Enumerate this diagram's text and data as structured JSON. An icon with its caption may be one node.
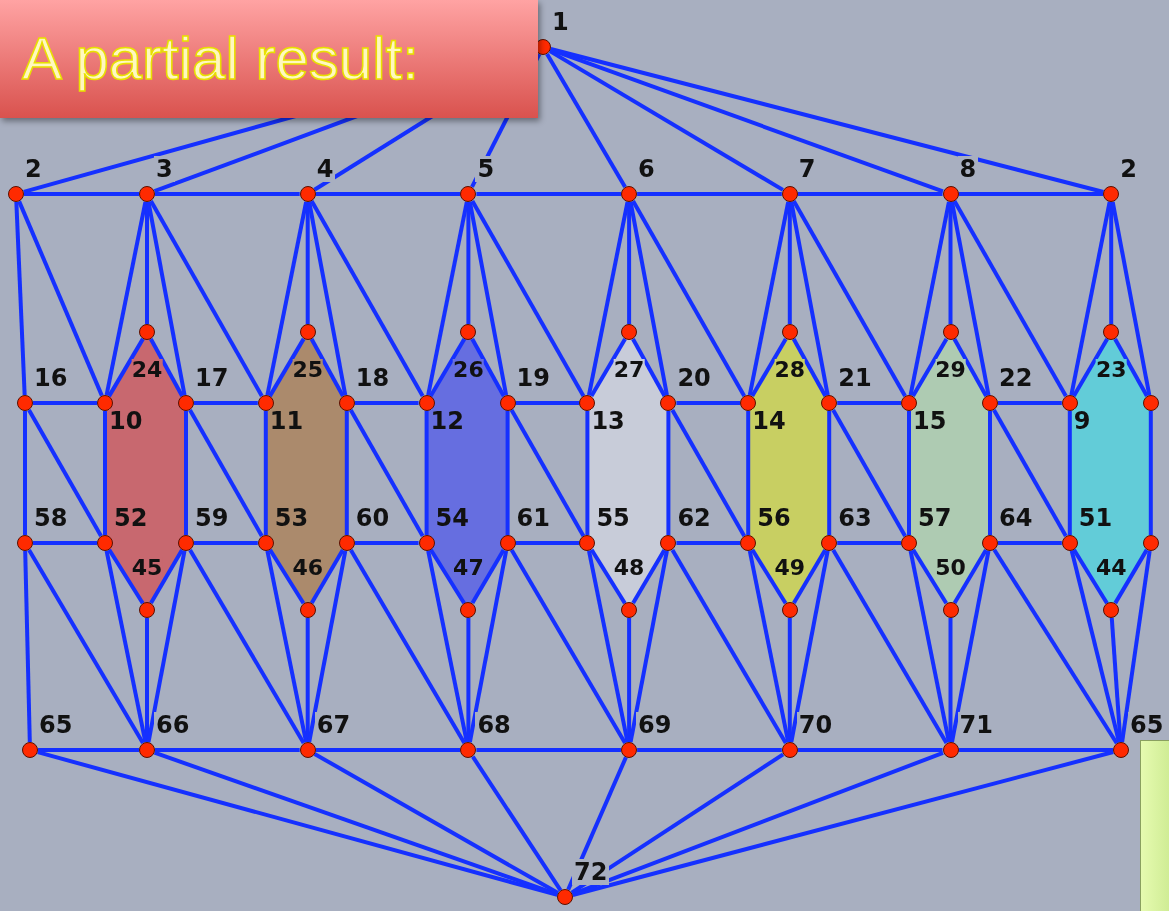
{
  "diagram": {
    "title": "A partial result:",
    "nodes": [
      {
        "text": [
          "1"
        ]
      },
      {
        "text": [
          "2"
        ]
      },
      {
        "text": [
          "3"
        ]
      },
      {
        "text": [
          "4"
        ]
      },
      {
        "text": [
          "5"
        ]
      },
      {
        "text": [
          "6"
        ]
      },
      {
        "text": [
          "7"
        ]
      },
      {
        "text": [
          "8"
        ]
      },
      {
        "text": [
          "2"
        ]
      },
      {
        "text": [
          "24"
        ]
      },
      {
        "text": [
          "25"
        ]
      },
      {
        "text": [
          "26"
        ]
      },
      {
        "text": [
          "27"
        ]
      },
      {
        "text": [
          "28"
        ]
      },
      {
        "text": [
          "29"
        ]
      },
      {
        "text": [
          "23"
        ]
      },
      {
        "text": [
          "16"
        ]
      },
      {
        "text": [
          "10"
        ]
      },
      {
        "text": [
          "17"
        ]
      },
      {
        "text": [
          "11"
        ]
      },
      {
        "text": [
          "18"
        ]
      },
      {
        "text": [
          "12"
        ]
      },
      {
        "text": [
          "19"
        ]
      },
      {
        "text": [
          "13"
        ]
      },
      {
        "text": [
          "20"
        ]
      },
      {
        "text": [
          "14"
        ]
      },
      {
        "text": [
          "21"
        ]
      },
      {
        "text": [
          "15"
        ]
      },
      {
        "text": [
          "22"
        ]
      },
      {
        "text": [
          "9"
        ]
      },
      {
        "text": [],
        "shape": "circle"
      },
      {
        "text": [
          "58"
        ]
      },
      {
        "text": [
          "52"
        ]
      },
      {
        "text": [
          "59"
        ]
      },
      {
        "text": [
          "53"
        ]
      },
      {
        "text": [
          "60"
        ]
      },
      {
        "text": [
          "54"
        ]
      },
      {
        "text": [
          "61"
        ]
      },
      {
        "text": [
          "55"
        ]
      },
      {
        "text": [
          "62"
        ]
      },
      {
        "text": [
          "56"
        ]
      },
      {
        "text": [
          "63"
        ]
      },
      {
        "text": [
          "57"
        ]
      },
      {
        "text": [
          "64"
        ]
      },
      {
        "text": [
          "51"
        ]
      },
      {
        "text": [],
        "shape": "circle"
      },
      {
        "text": [
          "45"
        ]
      },
      {
        "text": [
          "46"
        ]
      },
      {
        "text": [
          "47"
        ]
      },
      {
        "text": [
          "48"
        ]
      },
      {
        "text": [
          "49"
        ]
      },
      {
        "text": [
          "50"
        ]
      },
      {
        "text": [
          "44"
        ]
      },
      {
        "text": [
          "65"
        ]
      },
      {
        "text": [
          "66"
        ]
      },
      {
        "text": [
          "67"
        ]
      },
      {
        "text": [
          "68"
        ]
      },
      {
        "text": [
          "69"
        ]
      },
      {
        "text": [
          "70"
        ]
      },
      {
        "text": [
          "71"
        ]
      },
      {
        "text": [
          "65"
        ]
      },
      {
        "text": [
          "72"
        ]
      }
    ],
    "edges": [
      {
        "from": 0,
        "to": 1,
        "arrow": "none"
      },
      {
        "from": 0,
        "to": 2,
        "arrow": "none"
      },
      {
        "from": 0,
        "to": 3,
        "arrow": "none"
      },
      {
        "from": 0,
        "to": 4,
        "arrow": "none"
      },
      {
        "from": 0,
        "to": 5,
        "arrow": "none"
      },
      {
        "from": 0,
        "to": 6,
        "arrow": "none"
      },
      {
        "from": 0,
        "to": 7,
        "arrow": "none"
      },
      {
        "from": 0,
        "to": 8,
        "arrow": "none"
      },
      {
        "from": 1,
        "to": 2,
        "arrow": "none"
      },
      {
        "from": 2,
        "to": 3,
        "arrow": "none"
      },
      {
        "from": 3,
        "to": 4,
        "arrow": "none"
      },
      {
        "from": 4,
        "to": 5,
        "arrow": "none"
      },
      {
        "from": 5,
        "to": 6,
        "arrow": "none"
      },
      {
        "from": 6,
        "to": 7,
        "arrow": "none"
      },
      {
        "from": 7,
        "to": 8,
        "arrow": "none"
      },
      {
        "from": 1,
        "to": 16,
        "arrow": "none"
      },
      {
        "from": 16,
        "to": 31,
        "arrow": "none"
      },
      {
        "from": 31,
        "to": 53,
        "arrow": "none"
      },
      {
        "from": 2,
        "to": 9,
        "arrow": "none"
      },
      {
        "from": 2,
        "to": 17,
        "arrow": "none"
      },
      {
        "from": 2,
        "to": 18,
        "arrow": "none"
      },
      {
        "from": 9,
        "to": 17,
        "arrow": "none"
      },
      {
        "from": 9,
        "to": 18,
        "arrow": "none"
      },
      {
        "from": 1,
        "to": 17,
        "arrow": "none"
      },
      {
        "from": 16,
        "to": 17,
        "arrow": "none"
      },
      {
        "from": 16,
        "to": 32,
        "arrow": "none"
      },
      {
        "from": 17,
        "to": 32,
        "arrow": "none"
      },
      {
        "from": 18,
        "to": 33,
        "arrow": "none"
      },
      {
        "from": 31,
        "to": 32,
        "arrow": "none"
      },
      {
        "from": 32,
        "to": 46,
        "arrow": "none"
      },
      {
        "from": 33,
        "to": 46,
        "arrow": "none"
      },
      {
        "from": 46,
        "to": 54,
        "arrow": "none"
      },
      {
        "from": 32,
        "to": 54,
        "arrow": "none"
      },
      {
        "from": 33,
        "to": 54,
        "arrow": "none"
      },
      {
        "from": 31,
        "to": 54,
        "arrow": "none"
      },
      {
        "from": 3,
        "to": 10,
        "arrow": "none"
      },
      {
        "from": 3,
        "to": 19,
        "arrow": "none"
      },
      {
        "from": 3,
        "to": 20,
        "arrow": "none"
      },
      {
        "from": 10,
        "to": 19,
        "arrow": "none"
      },
      {
        "from": 10,
        "to": 20,
        "arrow": "none"
      },
      {
        "from": 2,
        "to": 19,
        "arrow": "none"
      },
      {
        "from": 18,
        "to": 19,
        "arrow": "none"
      },
      {
        "from": 18,
        "to": 34,
        "arrow": "none"
      },
      {
        "from": 19,
        "to": 34,
        "arrow": "none"
      },
      {
        "from": 20,
        "to": 35,
        "arrow": "none"
      },
      {
        "from": 33,
        "to": 34,
        "arrow": "none"
      },
      {
        "from": 34,
        "to": 47,
        "arrow": "none"
      },
      {
        "from": 35,
        "to": 47,
        "arrow": "none"
      },
      {
        "from": 47,
        "to": 55,
        "arrow": "none"
      },
      {
        "from": 34,
        "to": 55,
        "arrow": "none"
      },
      {
        "from": 35,
        "to": 55,
        "arrow": "none"
      },
      {
        "from": 33,
        "to": 55,
        "arrow": "none"
      },
      {
        "from": 4,
        "to": 11,
        "arrow": "none"
      },
      {
        "from": 4,
        "to": 21,
        "arrow": "none"
      },
      {
        "from": 4,
        "to": 22,
        "arrow": "none"
      },
      {
        "from": 11,
        "to": 21,
        "arrow": "none"
      },
      {
        "from": 11,
        "to": 22,
        "arrow": "none"
      },
      {
        "from": 3,
        "to": 21,
        "arrow": "none"
      },
      {
        "from": 20,
        "to": 21,
        "arrow": "none"
      },
      {
        "from": 20,
        "to": 36,
        "arrow": "none"
      },
      {
        "from": 21,
        "to": 36,
        "arrow": "none"
      },
      {
        "from": 22,
        "to": 37,
        "arrow": "none"
      },
      {
        "from": 35,
        "to": 36,
        "arrow": "none"
      },
      {
        "from": 36,
        "to": 48,
        "arrow": "none"
      },
      {
        "from": 37,
        "to": 48,
        "arrow": "none"
      },
      {
        "from": 48,
        "to": 56,
        "arrow": "none"
      },
      {
        "from": 36,
        "to": 56,
        "arrow": "none"
      },
      {
        "from": 37,
        "to": 56,
        "arrow": "none"
      },
      {
        "from": 35,
        "to": 56,
        "arrow": "none"
      },
      {
        "from": 5,
        "to": 12,
        "arrow": "none"
      },
      {
        "from": 5,
        "to": 23,
        "arrow": "none"
      },
      {
        "from": 5,
        "to": 24,
        "arrow": "none"
      },
      {
        "from": 12,
        "to": 23,
        "arrow": "none"
      },
      {
        "from": 12,
        "to": 24,
        "arrow": "none"
      },
      {
        "from": 4,
        "to": 23,
        "arrow": "none"
      },
      {
        "from": 22,
        "to": 23,
        "arrow": "none"
      },
      {
        "from": 22,
        "to": 38,
        "arrow": "none"
      },
      {
        "from": 23,
        "to": 38,
        "arrow": "none"
      },
      {
        "from": 24,
        "to": 39,
        "arrow": "none"
      },
      {
        "from": 37,
        "to": 38,
        "arrow": "none"
      },
      {
        "from": 38,
        "to": 49,
        "arrow": "none"
      },
      {
        "from": 39,
        "to": 49,
        "arrow": "none"
      },
      {
        "from": 49,
        "to": 57,
        "arrow": "none"
      },
      {
        "from": 38,
        "to": 57,
        "arrow": "none"
      },
      {
        "from": 39,
        "to": 57,
        "arrow": "none"
      },
      {
        "from": 37,
        "to": 57,
        "arrow": "none"
      },
      {
        "from": 6,
        "to": 13,
        "arrow": "none"
      },
      {
        "from": 6,
        "to": 25,
        "arrow": "none"
      },
      {
        "from": 6,
        "to": 26,
        "arrow": "none"
      },
      {
        "from": 13,
        "to": 25,
        "arrow": "none"
      },
      {
        "from": 13,
        "to": 26,
        "arrow": "none"
      },
      {
        "from": 5,
        "to": 25,
        "arrow": "none"
      },
      {
        "from": 24,
        "to": 25,
        "arrow": "none"
      },
      {
        "from": 24,
        "to": 40,
        "arrow": "none"
      },
      {
        "from": 25,
        "to": 40,
        "arrow": "none"
      },
      {
        "from": 26,
        "to": 41,
        "arrow": "none"
      },
      {
        "from": 39,
        "to": 40,
        "arrow": "none"
      },
      {
        "from": 40,
        "to": 50,
        "arrow": "none"
      },
      {
        "from": 41,
        "to": 50,
        "arrow": "none"
      },
      {
        "from": 50,
        "to": 58,
        "arrow": "none"
      },
      {
        "from": 40,
        "to": 58,
        "arrow": "none"
      },
      {
        "from": 41,
        "to": 58,
        "arrow": "none"
      },
      {
        "from": 39,
        "to": 58,
        "arrow": "none"
      },
      {
        "from": 7,
        "to": 14,
        "arrow": "none"
      },
      {
        "from": 7,
        "to": 27,
        "arrow": "none"
      },
      {
        "from": 7,
        "to": 28,
        "arrow": "none"
      },
      {
        "from": 14,
        "to": 27,
        "arrow": "none"
      },
      {
        "from": 14,
        "to": 28,
        "arrow": "none"
      },
      {
        "from": 6,
        "to": 27,
        "arrow": "none"
      },
      {
        "from": 26,
        "to": 27,
        "arrow": "none"
      },
      {
        "from": 26,
        "to": 42,
        "arrow": "none"
      },
      {
        "from": 27,
        "to": 42,
        "arrow": "none"
      },
      {
        "from": 28,
        "to": 43,
        "arrow": "none"
      },
      {
        "from": 41,
        "to": 42,
        "arrow": "none"
      },
      {
        "from": 42,
        "to": 51,
        "arrow": "none"
      },
      {
        "from": 43,
        "to": 51,
        "arrow": "none"
      },
      {
        "from": 51,
        "to": 59,
        "arrow": "none"
      },
      {
        "from": 42,
        "to": 59,
        "arrow": "none"
      },
      {
        "from": 43,
        "to": 59,
        "arrow": "none"
      },
      {
        "from": 41,
        "to": 59,
        "arrow": "none"
      },
      {
        "from": 8,
        "to": 15,
        "arrow": "none"
      },
      {
        "from": 8,
        "to": 29,
        "arrow": "none"
      },
      {
        "from": 8,
        "to": 30,
        "arrow": "none"
      },
      {
        "from": 15,
        "to": 29,
        "arrow": "none"
      },
      {
        "from": 15,
        "to": 30,
        "arrow": "none"
      },
      {
        "from": 7,
        "to": 29,
        "arrow": "none"
      },
      {
        "from": 28,
        "to": 29,
        "arrow": "none"
      },
      {
        "from": 28,
        "to": 44,
        "arrow": "none"
      },
      {
        "from": 29,
        "to": 44,
        "arrow": "none"
      },
      {
        "from": 30,
        "to": 45,
        "arrow": "none"
      },
      {
        "from": 43,
        "to": 44,
        "arrow": "none"
      },
      {
        "from": 44,
        "to": 52,
        "arrow": "none"
      },
      {
        "from": 45,
        "to": 52,
        "arrow": "none"
      },
      {
        "from": 52,
        "to": 60,
        "arrow": "none"
      },
      {
        "from": 44,
        "to": 60,
        "arrow": "none"
      },
      {
        "from": 45,
        "to": 60,
        "arrow": "none"
      },
      {
        "from": 43,
        "to": 60,
        "arrow": "none"
      },
      {
        "from": 53,
        "to": 54,
        "arrow": "none"
      },
      {
        "from": 54,
        "to": 55,
        "arrow": "none"
      },
      {
        "from": 55,
        "to": 56,
        "arrow": "none"
      },
      {
        "from": 56,
        "to": 57,
        "arrow": "none"
      },
      {
        "from": 57,
        "to": 58,
        "arrow": "none"
      },
      {
        "from": 58,
        "to": 59,
        "arrow": "none"
      },
      {
        "from": 59,
        "to": 60,
        "arrow": "none"
      },
      {
        "from": 61,
        "to": 53,
        "arrow": "none"
      },
      {
        "from": 61,
        "to": 54,
        "arrow": "none"
      },
      {
        "from": 61,
        "to": 55,
        "arrow": "none"
      },
      {
        "from": 61,
        "to": 56,
        "arrow": "none"
      },
      {
        "from": 61,
        "to": 57,
        "arrow": "none"
      },
      {
        "from": 61,
        "to": 58,
        "arrow": "none"
      },
      {
        "from": 61,
        "to": 59,
        "arrow": "none"
      },
      {
        "from": 61,
        "to": 60,
        "arrow": "none"
      }
    ]
  }
}
